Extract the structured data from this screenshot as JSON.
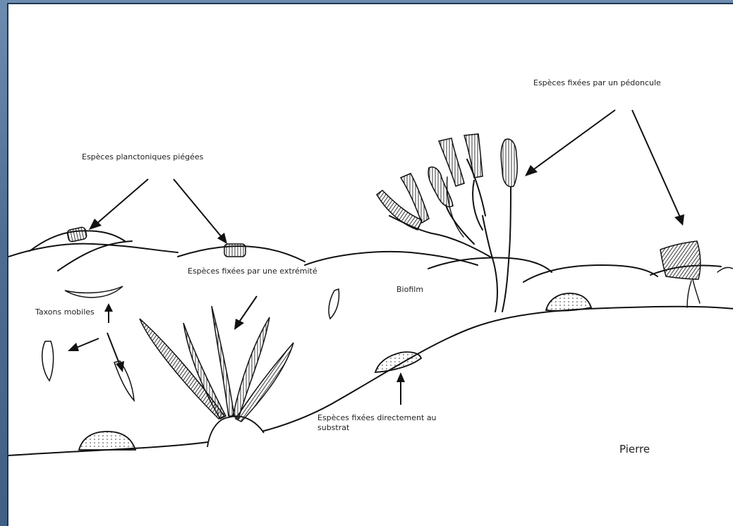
{
  "labels": {
    "planctoniques": "Espèces planctoniques piégées",
    "pedoncule": "Espèces fixées par un pédoncule",
    "extremite": "Espèces fixées par une extrémité",
    "biofilm": "Biofilm",
    "mobiles": "Taxons mobiles",
    "substrat_line1": "Espèces fixées directement au",
    "substrat_line2": "substrat",
    "pierre": "Pierre"
  }
}
